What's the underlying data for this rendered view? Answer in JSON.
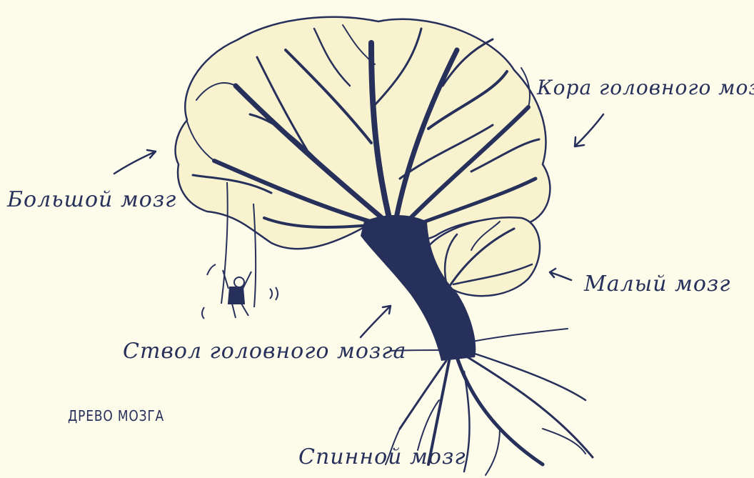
{
  "labels": {
    "cortex": "Кора головного мозга",
    "cerebrum": "Большой мозг",
    "cerebellum": "Малый мозг",
    "brainstem": "Ствол головного мозга",
    "spinal_cord": "Спинной мозг"
  },
  "caption": "ДРЕВО МОЗГА",
  "colors": {
    "background": "#fdfbea",
    "brain_fill": "#f8f2cf",
    "ink": "#27305a"
  }
}
